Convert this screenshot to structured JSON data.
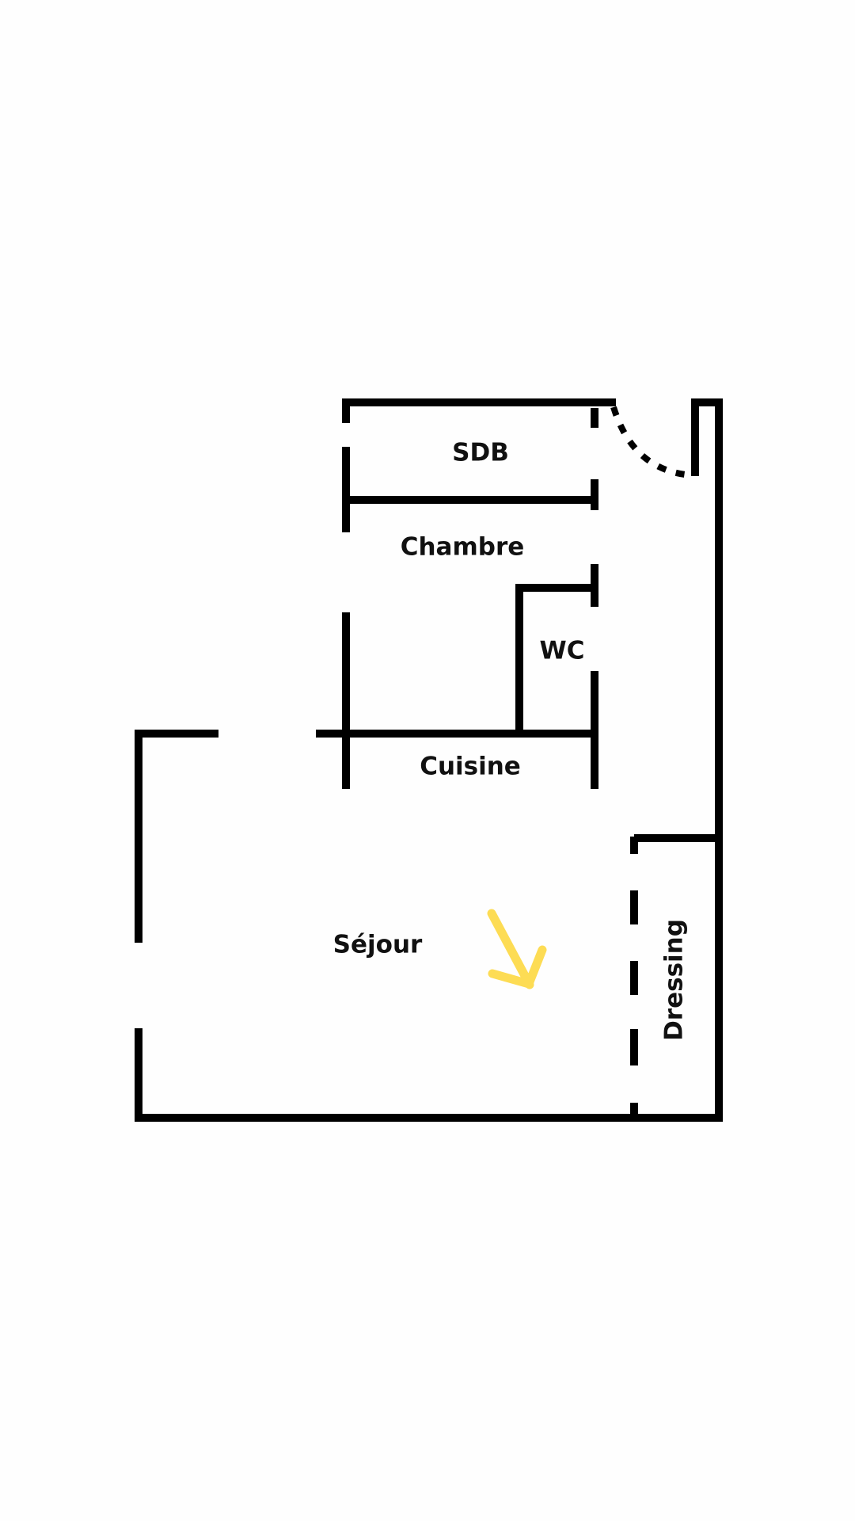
{
  "floorplan": {
    "rooms": {
      "sdb": "SDB",
      "chambre": "Chambre",
      "wc": "WC",
      "cuisine": "Cuisine",
      "sejour": "Séjour",
      "dressing": "Dressing"
    },
    "colors": {
      "wall": "#000000",
      "arrow": "#fddc54",
      "background": "#fefefe"
    }
  }
}
